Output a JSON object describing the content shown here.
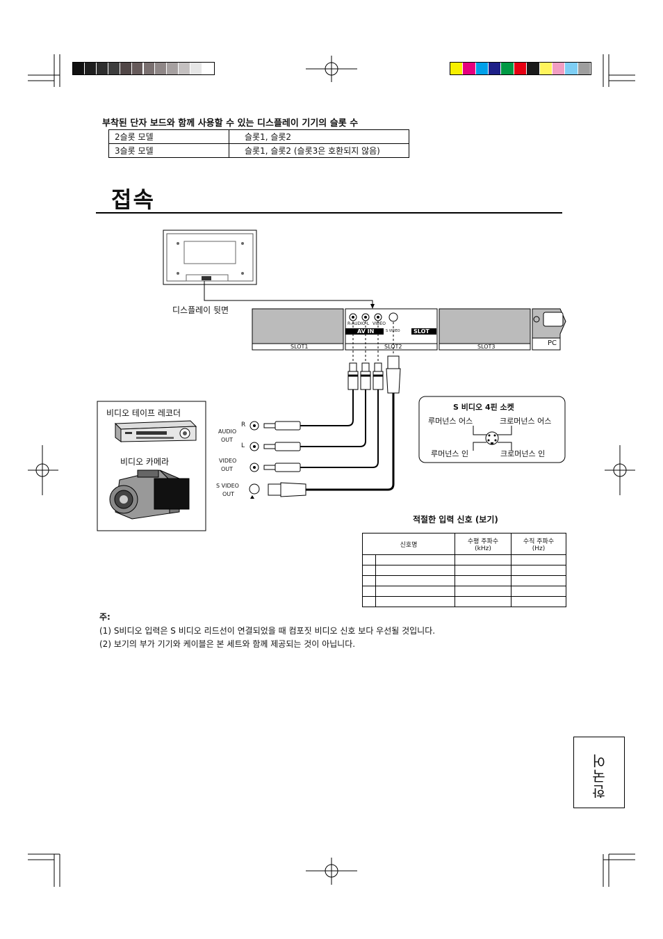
{
  "colors": {
    "gray_bar": [
      "#111111",
      "#1f1f1f",
      "#2e2e2e",
      "#3d3d3d",
      "#514747",
      "#665a5a",
      "#7a7070",
      "#8f8787",
      "#a6a0a0",
      "#c4c0c0",
      "#e6e6e6",
      "#ffffff"
    ],
    "color_bar": [
      "#f7ef00",
      "#e6007e",
      "#00a0e9",
      "#1d2088",
      "#009944",
      "#e60012",
      "#1a1a1a",
      "#fff45c",
      "#f19ec2",
      "#7ecef4",
      "#9e9e9e"
    ]
  },
  "slot_section": {
    "title": "부착된 단자 보드와 함께 사용할 수 있는 디스플레이 기기의 슬롯 수",
    "rows": [
      {
        "model": "2슬롯 모델",
        "slots": "슬롯1, 슬롯2"
      },
      {
        "model": "3슬롯 모델",
        "slots": "슬롯1, 슬롯2 (슬롯3은 호환되지 않음)"
      }
    ]
  },
  "heading": "접속",
  "diagram": {
    "display_back_label": "디스플레이 뒷면",
    "slot1": "SLOT1",
    "slot2": "SLOT2",
    "slot3": "SLOT3",
    "pc": "PC",
    "av_in": "AV IN",
    "slot_tag": "SLOT",
    "jack_r_audio_l": "R-AUDIO-L",
    "jack_video": "VIDEO",
    "jack_s_video": "S VIDEO",
    "vcr_label": "비디오 테이프 레코더",
    "camera_label": "비디오 카메라",
    "out_r": "R",
    "out_l": "L",
    "audio_out_1": "AUDIO",
    "audio_out_2": "OUT",
    "video_out_1": "VIDEO",
    "video_out_2": "OUT",
    "svideo_out_1": "S VIDEO",
    "svideo_out_2": "OUT",
    "socket_title": "S 비디오 4핀 소켓",
    "lum_gnd": "루머넌스 어스",
    "chr_gnd": "크로머넌스 어스",
    "lum_in": "루머넌스 인",
    "chr_in": "크로머넌스 인"
  },
  "signal_section": {
    "title": "적절한 입력 신호 (보기)",
    "col_name": "신호명",
    "col_h_1": "수평 주파수",
    "col_h_2": "(kHz)",
    "col_v_1": "수직 주파수",
    "col_v_2": "(Hz)"
  },
  "notes": {
    "label": "주:",
    "items": [
      "(1)  S비디오 입력은 S 비디오 리드선이 연결되었을 때 컴포짓 비디오 신호 보다 우선될 것입니다.",
      "(2)  보기의 부가 기기와 케이블은 본 세트와 함께 제공되는 것이 아닙니다."
    ]
  },
  "side_tab": "한국어"
}
